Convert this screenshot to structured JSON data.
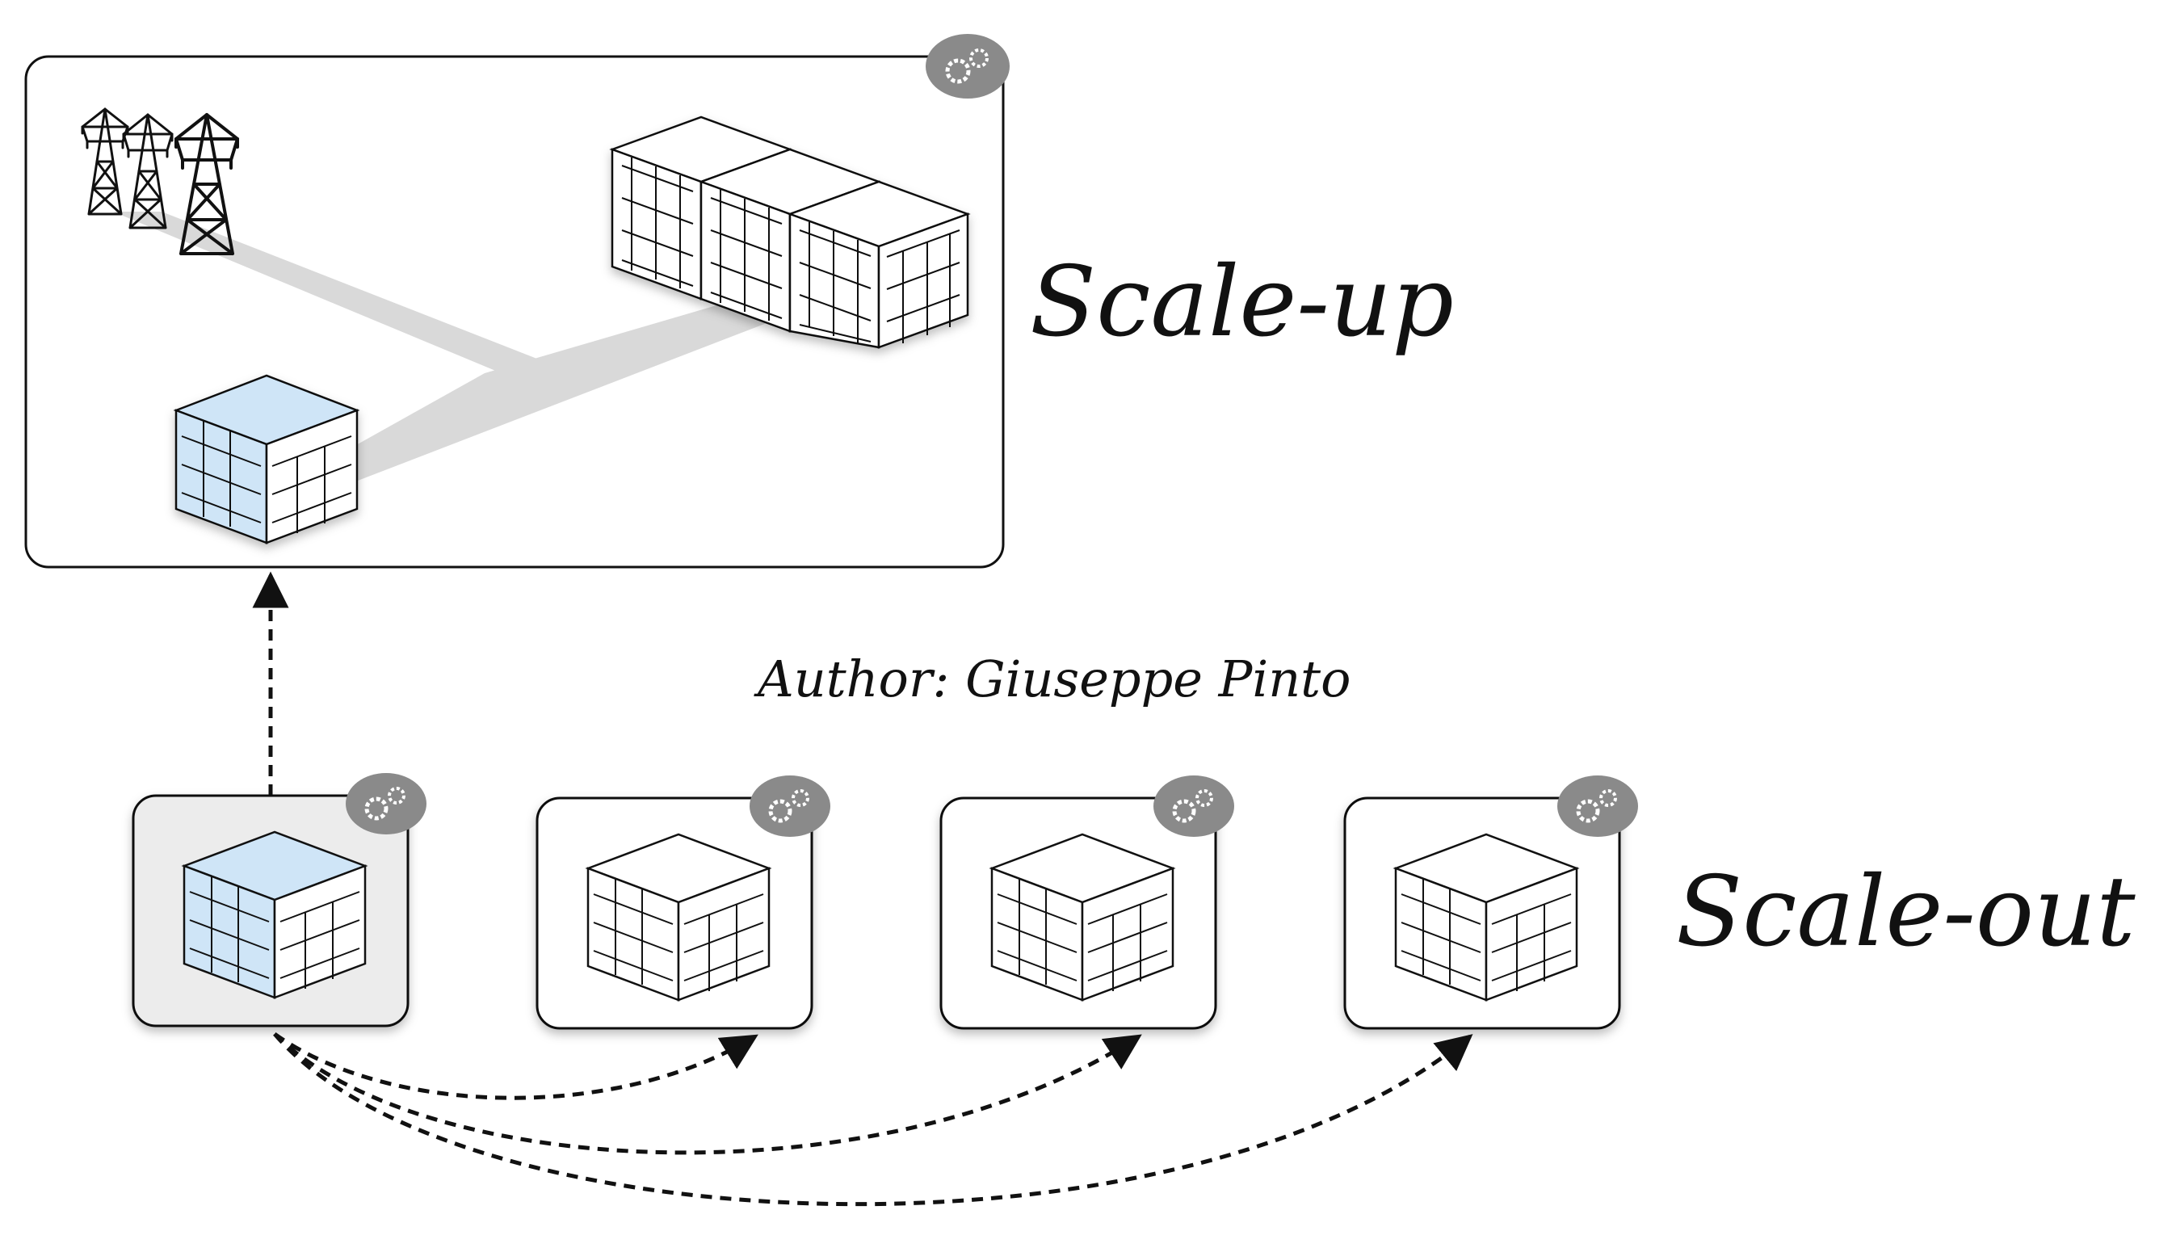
{
  "labels": {
    "scale_up": "Scale-up",
    "scale_out": "Scale-out",
    "author": "Author: Giuseppe Pinto"
  },
  "icons": {
    "gear": "gears-cloud-icon",
    "tower": "transmission-tower-icon",
    "building": "isometric-building-icon"
  },
  "colors": {
    "frame_stroke": "#111111",
    "highlight_face": "#cfe5f7",
    "selected_box_fill": "#ececec",
    "power_path": "#d6d6d6",
    "gear_badge": "#8a8a8a"
  },
  "scale_up_panel": {
    "towers": 3,
    "connected_buildings": 3,
    "highlighted_building": "left building with blue facade"
  },
  "scale_out_panel": {
    "boxes": 4,
    "highlighted_box": 1
  }
}
